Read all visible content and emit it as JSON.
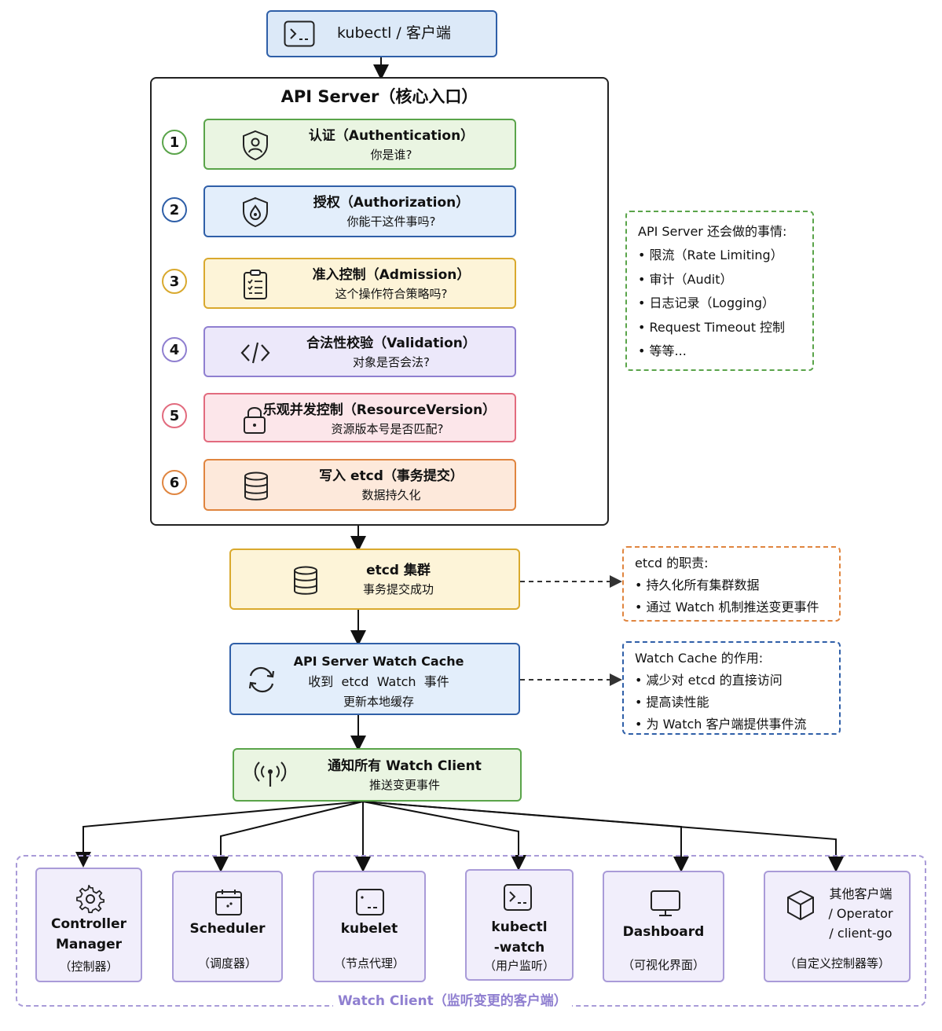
{
  "top": {
    "label": "kubectl / 客户端"
  },
  "api_server": {
    "title": "API Server（核心入口）"
  },
  "steps": [
    {
      "num": "1",
      "title": "认证（Authentication）",
      "sub": "你是谁?",
      "icon": "user-shield-icon"
    },
    {
      "num": "2",
      "title": "授权（Authorization）",
      "sub": "你能干这件事吗?",
      "icon": "lock-shield-icon"
    },
    {
      "num": "3",
      "title": "准入控制（Admission）",
      "sub": "这个操作符合策略吗?",
      "icon": "clipboard-check-icon"
    },
    {
      "num": "4",
      "title": "合法性校验（Validation）",
      "sub": "对象是否会法?",
      "icon": "code-icon"
    },
    {
      "num": "5",
      "title": "乐观并发控制（ResourceVersion）",
      "sub": "资源版本号是否匹配?",
      "icon": "padlock-icon"
    },
    {
      "num": "6",
      "title": "写入 etcd（事务提交）",
      "sub": "数据持久化",
      "icon": "database-icon"
    }
  ],
  "api_note": {
    "title": "API Server 还会做的事情:",
    "items": [
      "限流（Rate Limiting）",
      "审计（Audit）",
      "日志记录（Logging）",
      "Request Timeout 控制",
      "等等..."
    ]
  },
  "etcd": {
    "title": "etcd 集群",
    "sub": "事务提交成功"
  },
  "etcd_note": {
    "title": "etcd 的职责:",
    "items": [
      "持久化所有集群数据",
      "通过 Watch 机制推送变更事件"
    ]
  },
  "cache": {
    "title": "API Server Watch Cache",
    "line2": "收到  etcd  Watch  事件",
    "line3": "更新本地缓存"
  },
  "cache_note": {
    "title": "Watch Cache 的作用:",
    "items": [
      "减少对 etcd 的直接访问",
      "提高读性能",
      "为 Watch 客户端提供事件流"
    ]
  },
  "notify": {
    "title": "通知所有 Watch Client",
    "sub": "推送变更事件"
  },
  "clients": [
    {
      "name": "Controller\nManager",
      "sub": "（控制器）"
    },
    {
      "name": "Scheduler",
      "sub": "（调度器）"
    },
    {
      "name": "kubelet",
      "sub": "（节点代理）"
    },
    {
      "name": "kubectl\n-watch",
      "sub": "（用户监听）"
    },
    {
      "name": "Dashboard",
      "sub": "（可视化界面）"
    },
    {
      "name": "其他客户端\n/ Operator\n/ client-go",
      "sub": "（自定义控制器等）"
    }
  ],
  "group_label": "Watch Client（监听变更的客户端）",
  "colors": {
    "blue": "#2f5fa8",
    "green": "#5aa44a",
    "yellow": "#d9a92e",
    "purple": "#8f7fd0",
    "red": "#e26b7e",
    "orange": "#e0853f"
  }
}
